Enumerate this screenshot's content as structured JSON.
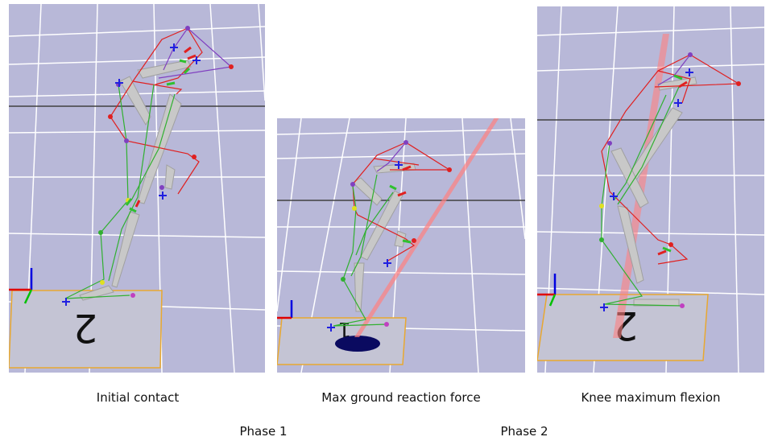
{
  "colors": {
    "floor": "#b8b8d8",
    "grid": "#ffffff",
    "horizon": "#404040",
    "plate": "#c4c4d4",
    "plate_border": "#e8a830",
    "marker_red": "#e02020",
    "marker_green": "#30b030",
    "marker_purple": "#8040c0",
    "segment": "#c8c8c8",
    "force_vector": "#ff8080",
    "axis_x": "#e00000",
    "axis_y": "#00c000",
    "axis_z": "#0000e0",
    "cop": "#0a0a60"
  },
  "icons": [
    "lab-axes-icon",
    "force-plate-icon",
    "ground-reaction-force-arrow-icon",
    "center-of-pressure-icon"
  ],
  "frames": [
    {
      "caption": "Initial contact",
      "plate_label": "2"
    },
    {
      "caption": "Max ground reaction force",
      "plate_label": "1"
    },
    {
      "caption": "Knee maximum flexion",
      "plate_label": "2"
    }
  ],
  "phases": [
    {
      "label": "Phase 1"
    },
    {
      "label": "Phase 2"
    }
  ]
}
